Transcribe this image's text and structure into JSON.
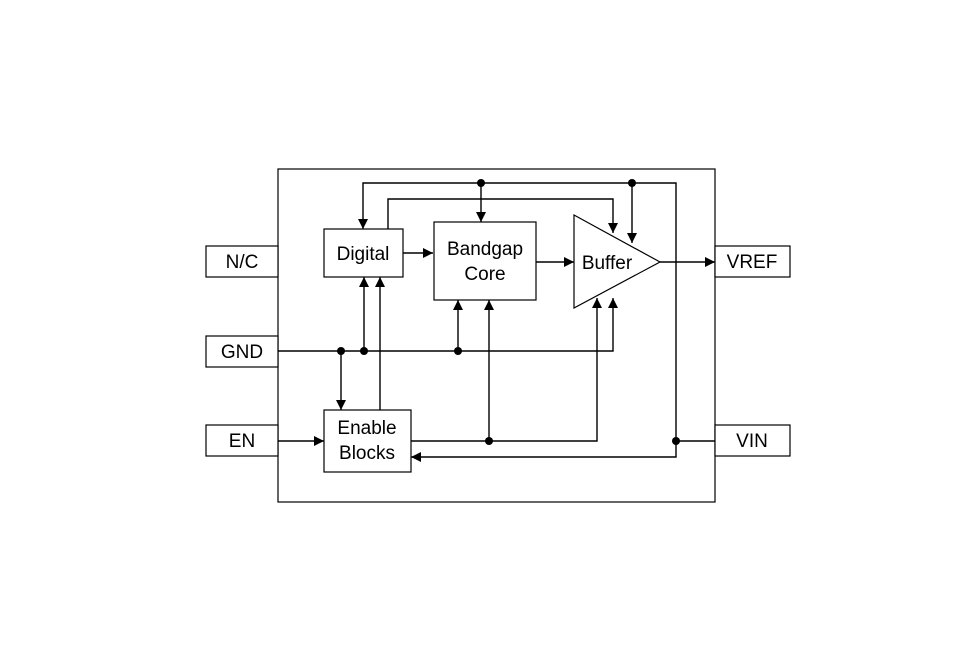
{
  "pins": {
    "nc": "N/C",
    "gnd": "GND",
    "en": "EN",
    "vref": "VREF",
    "vin": "VIN"
  },
  "blocks": {
    "digital": "Digital",
    "bandgap_line1": "Bandgap",
    "bandgap_line2": "Core",
    "buffer": "Buffer",
    "enable_line1": "Enable",
    "enable_line2": "Blocks"
  }
}
